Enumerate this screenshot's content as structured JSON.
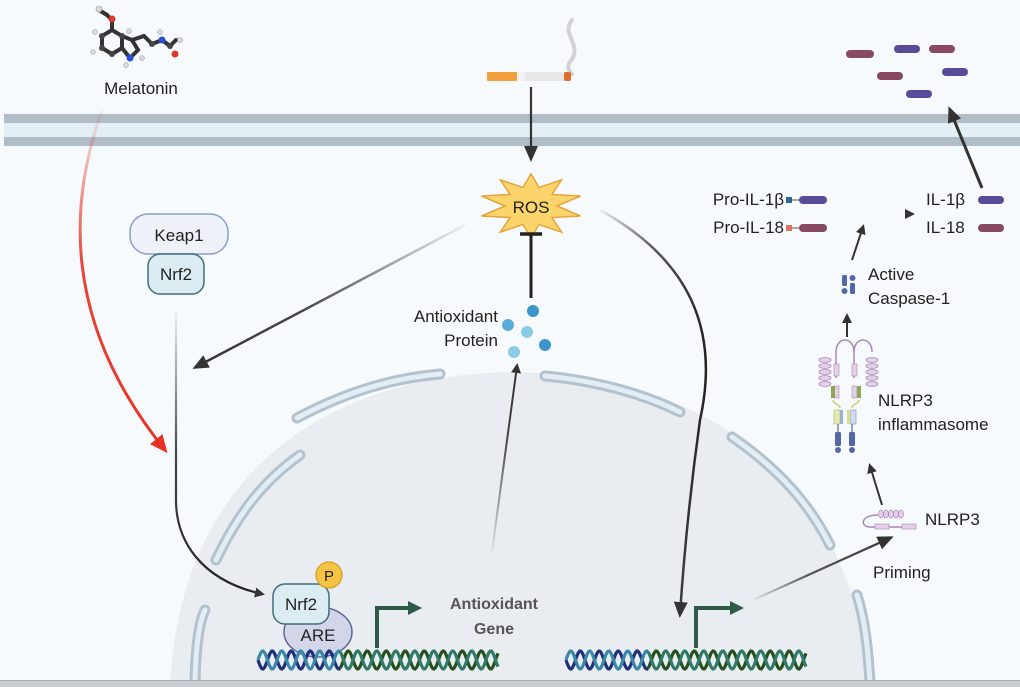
{
  "title": "Melatonin, ROS, Nrf2/ARE antioxidant pathway and NLRP3 inflammasome",
  "colors": {
    "background": "#f6fafc",
    "membrane_outer": "#b0bcc8",
    "membrane_inner": "#e4eff5",
    "nucleus_fill": "#e9edf1",
    "nuclear_envelope_stroke": "#b4c2cf",
    "nuclear_envelope_fill": "#e3eef4",
    "ros_fill": "#fbd56b",
    "ros_stroke": "#e8a33a",
    "melatonin_arrow": "#e53224",
    "arrow_dark": "#333333",
    "gene_arrow": "#2f5a48",
    "il1b": "#5a4a9a",
    "il18": "#874a62",
    "phospho": "#f6c445",
    "antioxidant_dot_dark": "#3d95cc",
    "antioxidant_dot_light": "#8ccbe6"
  },
  "labels": {
    "melatonin": "Melatonin",
    "ros": "ROS",
    "keap1": "Keap1",
    "nrf2_cytoplasm": "Nrf2",
    "nrf2_nucleus": "Nrf2",
    "phospho": "P",
    "are": "ARE",
    "antioxidant_protein_line1": "Antioxidant",
    "antioxidant_protein_line2": "Protein",
    "antioxidant_gene_line1": "Antioxidant",
    "antioxidant_gene_line2": "Gene",
    "pro_il1b": "Pro-IL-1β",
    "pro_il18": "Pro-IL-18",
    "il1b": "IL-1β",
    "il18": "IL-18",
    "active_caspase_line1": "Active",
    "active_caspase_line2": "Caspase-1",
    "nlrp3_inflammasome_line1": "NLRP3",
    "nlrp3_inflammasome_line2": "inflammasome",
    "nlrp3": "NLRP3",
    "priming": "Priming"
  },
  "icons": {
    "melatonin": "melatonin-molecule-icon",
    "cigarette": "cigarette-smoke-icon",
    "ros": "ros-starburst-icon",
    "dna": "dna-helix-icon",
    "caspase": "caspase-icon",
    "inflammasome": "inflammasome-icon",
    "nlrp3": "nlrp3-protein-icon",
    "cytokine": "cytokine-pill-icon"
  }
}
